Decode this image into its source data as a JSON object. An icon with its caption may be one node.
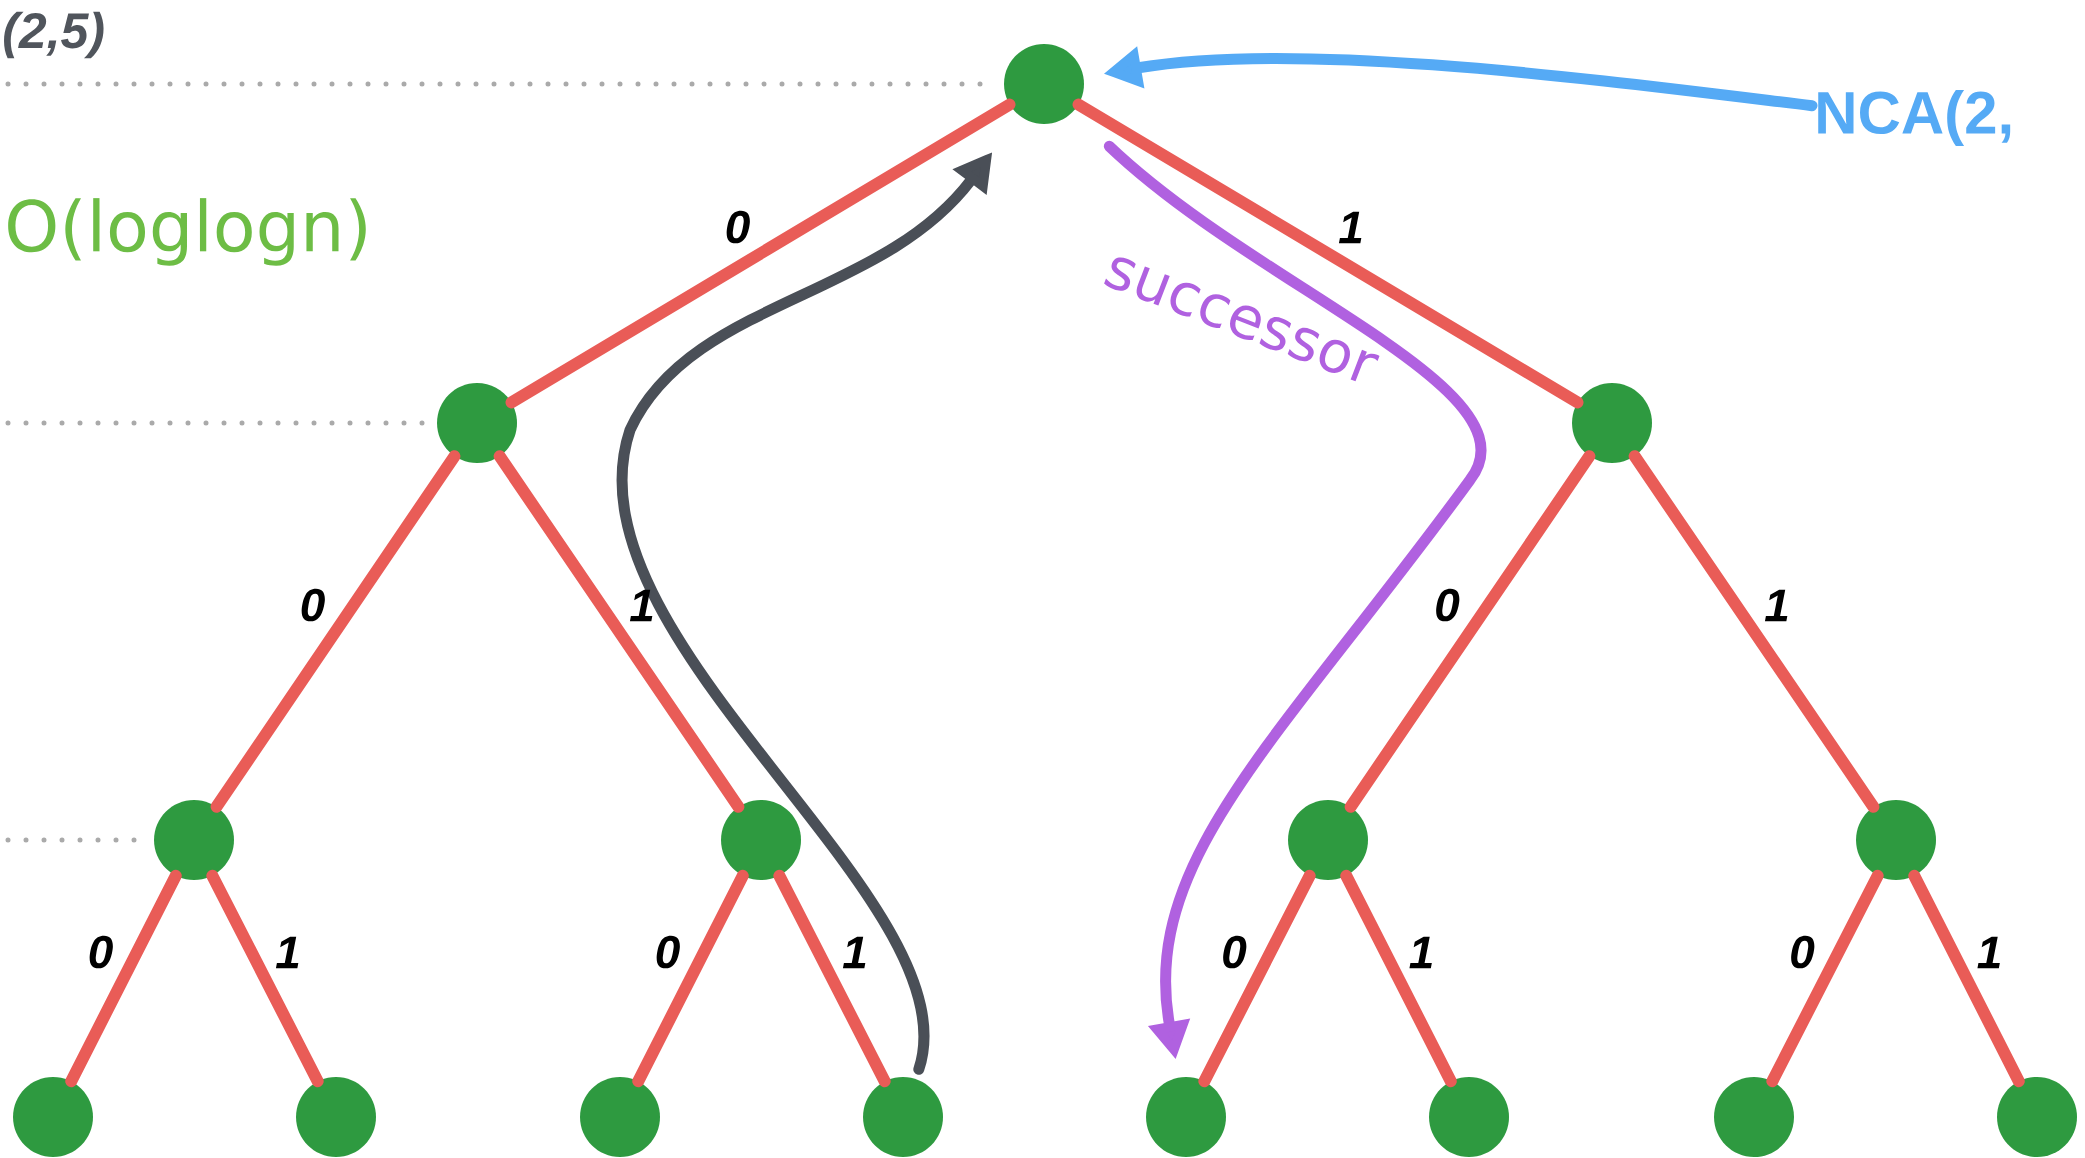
{
  "diagram": {
    "nodes": [
      {
        "text": [],
        "shape": "circle"
      },
      {
        "text": [],
        "shape": "circle"
      },
      {
        "text": [],
        "shape": "circle"
      },
      {
        "text": [],
        "shape": "circle"
      },
      {
        "text": [],
        "shape": "circle"
      },
      {
        "text": [],
        "shape": "circle"
      },
      {
        "text": [],
        "shape": "circle"
      },
      {
        "text": [],
        "shape": "circle"
      },
      {
        "text": [],
        "shape": "circle"
      },
      {
        "text": [],
        "shape": "circle"
      },
      {
        "text": [],
        "shape": "circle"
      },
      {
        "text": [],
        "shape": "circle"
      },
      {
        "text": [],
        "shape": "circle"
      },
      {
        "text": [],
        "shape": "circle"
      },
      {
        "text": [],
        "shape": "circle"
      },
      {
        "text": [
          "NCA(2,"
        ]
      }
    ],
    "edges": [
      {
        "from": 0,
        "to": 1,
        "arrow": "none",
        "label": "0"
      },
      {
        "from": 0,
        "to": 2,
        "arrow": "none",
        "label": "1"
      },
      {
        "from": 1,
        "to": 3,
        "arrow": "none",
        "label": "0"
      },
      {
        "from": 1,
        "to": 4,
        "arrow": "none",
        "label": "1"
      },
      {
        "from": 2,
        "to": 5,
        "arrow": "none",
        "label": "0"
      },
      {
        "from": 2,
        "to": 6,
        "arrow": "none",
        "label": "1"
      },
      {
        "from": 3,
        "to": 7,
        "arrow": "none",
        "label": "0"
      },
      {
        "from": 3,
        "to": 8,
        "arrow": "none",
        "label": "1"
      },
      {
        "from": 4,
        "to": 9,
        "arrow": "none",
        "label": "0"
      },
      {
        "from": 4,
        "to": 10,
        "arrow": "none",
        "label": "1"
      },
      {
        "from": 5,
        "to": 11,
        "arrow": "none",
        "label": "0"
      },
      {
        "from": 5,
        "to": 12,
        "arrow": "none",
        "label": "1"
      },
      {
        "from": 6,
        "to": 13,
        "arrow": "none",
        "label": "0"
      },
      {
        "from": 6,
        "to": 14,
        "arrow": "none",
        "label": "1"
      },
      {
        "from": 10,
        "to": 0,
        "arrow": "to",
        "color": "#4a4f57"
      },
      {
        "from": 0,
        "to": 11,
        "arrow": "to",
        "color": "#b061e0",
        "label": "successor"
      },
      {
        "from": 15,
        "to": 0,
        "arrow": "to",
        "color": "#55aaf5"
      }
    ],
    "labels": [
      "(2,5)",
      "O(loglogn)"
    ]
  }
}
